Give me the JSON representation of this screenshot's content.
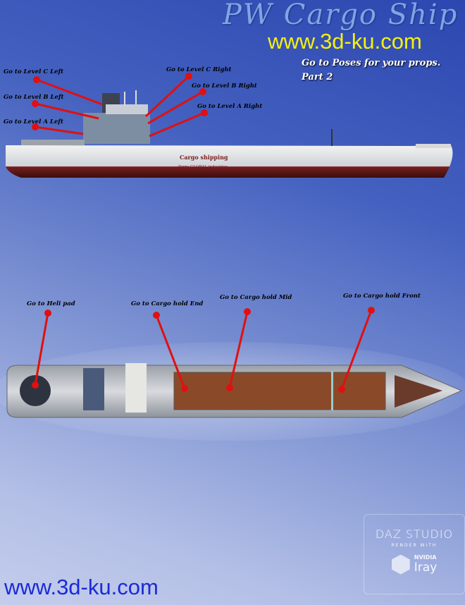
{
  "title": "PW Cargo Ship",
  "watermark_top": "www.3d-ku.com",
  "watermark_bottom": "www.3d-ku.com",
  "note": {
    "line1": "Go to Poses for your props.",
    "line2": "Part 2"
  },
  "ship_side": {
    "hull_text": "Cargo shipping",
    "hull_subtext": "Perry GLOBAL industries"
  },
  "labels": {
    "level_c_left": "Go to Level C Left",
    "level_b_left": "Go to Level B Left",
    "level_a_left": "Go to Level A Left",
    "level_c_right": "Go to Level C Right",
    "level_b_right": "Go to Level B Right",
    "level_a_right": "Go to Level A Right",
    "heli_pad": "Go to Heli pad",
    "cargo_end": "Go to Cargo hold End",
    "cargo_mid": "Go to Cargo hold Mid",
    "cargo_front": "Go to Cargo hold Front"
  },
  "badge": {
    "line1": "DAZ STUDIO",
    "line2": "RENDER WITH",
    "brand": "NVIDIA",
    "product": "Iray"
  },
  "colors": {
    "pointer": "#e01010",
    "hull_red": "#6a1a1a",
    "cargo": "#8a4a2a"
  }
}
